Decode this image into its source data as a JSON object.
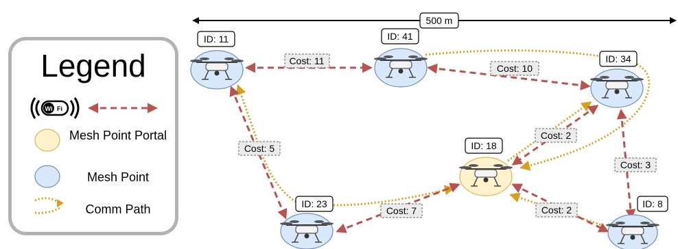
{
  "scale_label": "500 m",
  "legend": {
    "title": "Legend",
    "wifi_icon_text": "Wi Fi",
    "mesh_point_portal": "Mesh Point Portal",
    "mesh_point": "Mesh Point",
    "comm_path": "Comm Path"
  },
  "colors": {
    "link": "#b85450",
    "comm_path": "#d6a01e",
    "portal_fill": "#fff2cc",
    "portal_stroke": "#d6b656",
    "point_fill": "#dae8fc",
    "point_stroke": "#6c8ebf",
    "legend_border": "#b3b3b3"
  },
  "nodes": [
    {
      "id": "ID: 11",
      "type": "mesh_point"
    },
    {
      "id": "ID: 41",
      "type": "mesh_point"
    },
    {
      "id": "ID: 34",
      "type": "mesh_point"
    },
    {
      "id": "ID: 18",
      "type": "mesh_point_portal"
    },
    {
      "id": "ID: 23",
      "type": "mesh_point"
    },
    {
      "id": "ID: 8",
      "type": "mesh_point"
    }
  ],
  "links": [
    {
      "from": "ID: 11",
      "to": "ID: 41",
      "cost": "Cost: 11"
    },
    {
      "from": "ID: 41",
      "to": "ID: 34",
      "cost": "Cost: 10"
    },
    {
      "from": "ID: 11",
      "to": "ID: 23",
      "cost": "Cost: 5"
    },
    {
      "from": "ID: 18",
      "to": "ID: 34",
      "cost": "Cost: 2"
    },
    {
      "from": "ID: 34",
      "to": "ID: 8",
      "cost": "Cost: 3"
    },
    {
      "from": "ID: 18",
      "to": "ID: 23",
      "cost": "Cost: 7"
    },
    {
      "from": "ID: 18",
      "to": "ID: 8",
      "cost": "Cost: 2"
    }
  ]
}
